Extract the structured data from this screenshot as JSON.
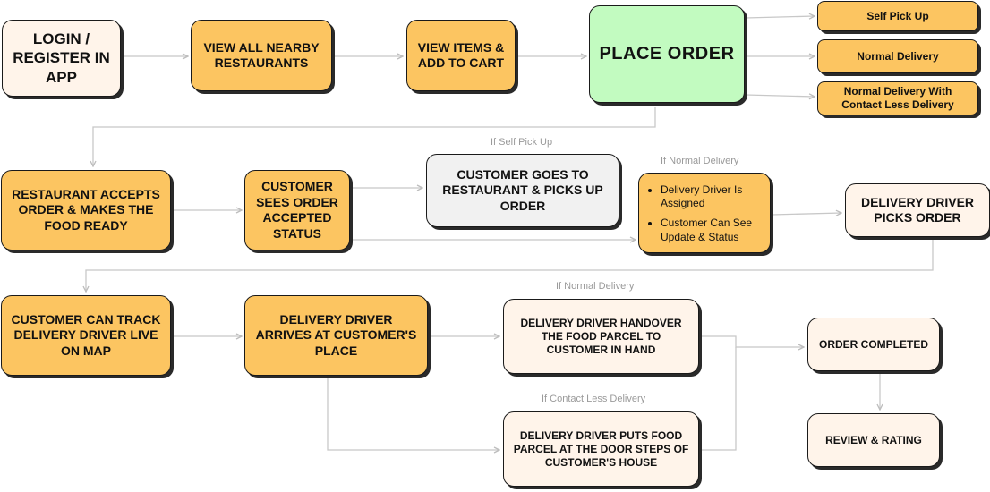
{
  "nodes": {
    "login": "LOGIN / REGISTER IN APP",
    "view_restaurants": "VIEW ALL NEARBY RESTAURANTS",
    "view_items": "VIEW ITEMS & ADD TO CART",
    "place_order": "PLACE  ORDER",
    "self_pickup": "Self Pick Up",
    "normal_delivery": "Normal Delivery",
    "contactless_delivery": "Normal Delivery With Contact Less Delivery",
    "restaurant_accepts": "RESTAURANT ACCEPTS ORDER & MAKES THE FOOD READY",
    "customer_sees_status": "CUSTOMER SEES ORDER ACCEPTED STATUS",
    "customer_picks_up": "CUSTOMER GOES TO RESTAURANT & PICKS UP ORDER",
    "driver_assigned_items": [
      "Delivery Driver Is Assigned",
      "Customer Can See Update & Status"
    ],
    "driver_picks_order": "DELIVERY DRIVER PICKS ORDER",
    "customer_tracks": "CUSTOMER CAN TRACK DELIVERY DRIVER LIVE ON MAP",
    "driver_arrives": "DELIVERY DRIVER ARRIVES AT CUSTOMER'S PLACE",
    "driver_handover": "DELIVERY DRIVER HANDOVER THE FOOD PARCEL TO CUSTOMER IN HAND",
    "driver_doorstep": "DELIVERY DRIVER PUTS FOOD PARCEL AT THE DOOR STEPS OF CUSTOMER'S HOUSE",
    "order_completed": "ORDER COMPLETED",
    "review_rating": "REVIEW & RATING"
  },
  "conditions": {
    "self_pickup": "If Self Pick Up",
    "normal_delivery": "If Normal Delivery",
    "normal_delivery_2": "If Normal Delivery",
    "contactless": "If Contact Less Delivery"
  },
  "colors": {
    "orange": "#fcc561",
    "cream": "#fff4ea",
    "green": "#c2fbc0",
    "grey": "#f1f1f1",
    "connector": "#c8c8c8"
  }
}
